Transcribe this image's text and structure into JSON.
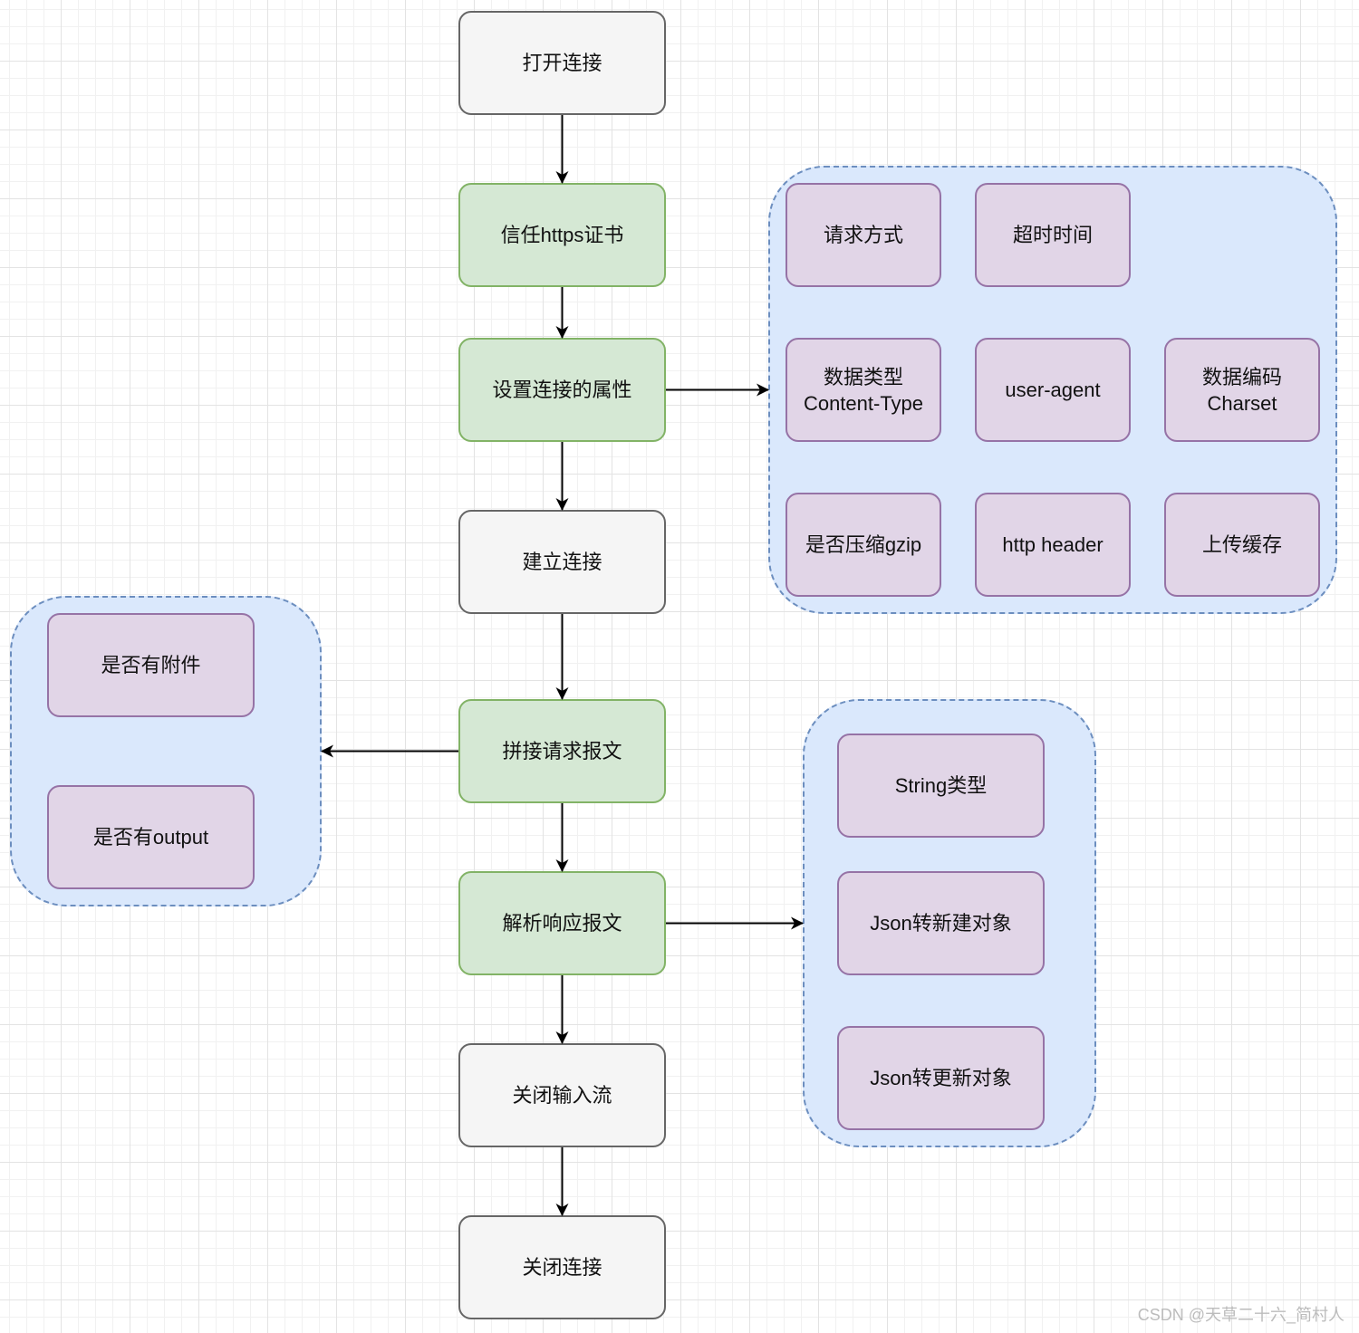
{
  "colors": {
    "gray_fill": "#f5f5f5",
    "gray_stroke": "#666666",
    "green_fill": "#d5e8d4",
    "green_stroke": "#82b366",
    "purple_fill": "#e1d5e7",
    "purple_stroke": "#9673a6",
    "group_fill": "#dae8fc",
    "group_stroke": "#6c8ebf"
  },
  "flow": {
    "open_connection": "打开连接",
    "trust_https_cert": "信任https证书",
    "set_connection_props": "设置连接的属性",
    "establish_connection": "建立连接",
    "build_request": "拼接请求报文",
    "parse_response": "解析响应报文",
    "close_input_stream": "关闭输入流",
    "close_connection": "关闭连接"
  },
  "properties_group": {
    "request_method": "请求方式",
    "timeout": "超时时间",
    "content_type": "数据类型\nContent-Type",
    "user_agent": "user-agent",
    "charset": "数据编码\nCharset",
    "gzip": "是否压缩gzip",
    "http_header": "http header",
    "upload_cache": "上传缓存"
  },
  "request_group": {
    "has_attachment": "是否有附件",
    "has_output": "是否有output"
  },
  "response_group": {
    "string_type": "String类型",
    "json_new_object": "Json转新建对象",
    "json_update_object": "Json转更新对象"
  },
  "watermark": "CSDN @天草二十六_简村人",
  "edges": [
    [
      "node-open-connection",
      "node-trust-https-cert",
      "down"
    ],
    [
      "node-trust-https-cert",
      "node-set-connection-props",
      "down"
    ],
    [
      "node-set-connection-props",
      "node-establish-connection",
      "down"
    ],
    [
      "node-establish-connection",
      "node-build-request",
      "down"
    ],
    [
      "node-build-request",
      "node-parse-response",
      "down"
    ],
    [
      "node-parse-response",
      "node-close-input-stream",
      "down"
    ],
    [
      "node-close-input-stream",
      "node-close-connection",
      "down"
    ],
    [
      "node-set-connection-props",
      "group-connection-properties",
      "right"
    ],
    [
      "node-build-request",
      "group-request-options",
      "left"
    ],
    [
      "node-parse-response",
      "group-response-handling",
      "right"
    ]
  ]
}
